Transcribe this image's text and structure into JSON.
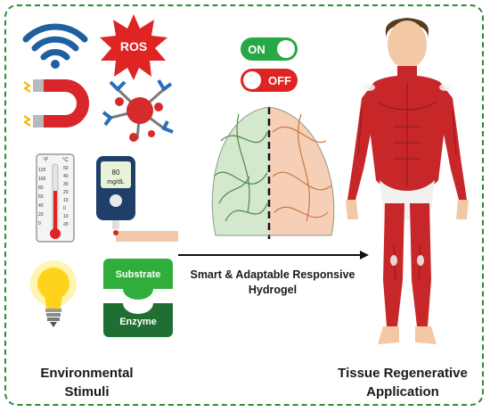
{
  "stimuli": {
    "ros_label": "ROS",
    "meter_reading": "80",
    "meter_unit": "mg/dL",
    "thermo_f_label": "°F",
    "thermo_c_label": "°C",
    "thermo_f_ticks": [
      "120",
      "100",
      "80",
      "60",
      "40",
      "20",
      "0"
    ],
    "thermo_c_ticks": [
      "50",
      "40",
      "30",
      "20",
      "10",
      "0",
      "10",
      "20"
    ],
    "substrate_label": "Substrate",
    "enzyme_label": "Enzyme"
  },
  "switches": {
    "on_label": "ON",
    "off_label": "OFF"
  },
  "captions": {
    "left_line1": "Environmental",
    "left_line2": "Stimuli",
    "middle_line1": "Smart & Adaptable Responsive",
    "middle_line2": "Hydrogel",
    "right_line1": "Tissue Regenerative",
    "right_line2": "Application"
  },
  "colors": {
    "frame": "#2e8b2e",
    "accent_blue": "#1f5f9f",
    "alert_red": "#e02424",
    "switch_on": "#27a844",
    "switch_off": "#e02424",
    "hydrogel_green": "#cfe6c9",
    "hydrogel_orange": "#f6c9ae",
    "muscle": "#c8272a"
  },
  "icons": [
    "wifi-icon",
    "ros-burst-icon",
    "magnet-icon",
    "antibody-icon",
    "thermometer-icon",
    "glucose-meter-icon",
    "light-bulb-icon",
    "enzyme-substrate-icon",
    "toggle-on-icon",
    "toggle-off-icon",
    "hydrogel-dome-icon",
    "human-anatomy-figure"
  ]
}
